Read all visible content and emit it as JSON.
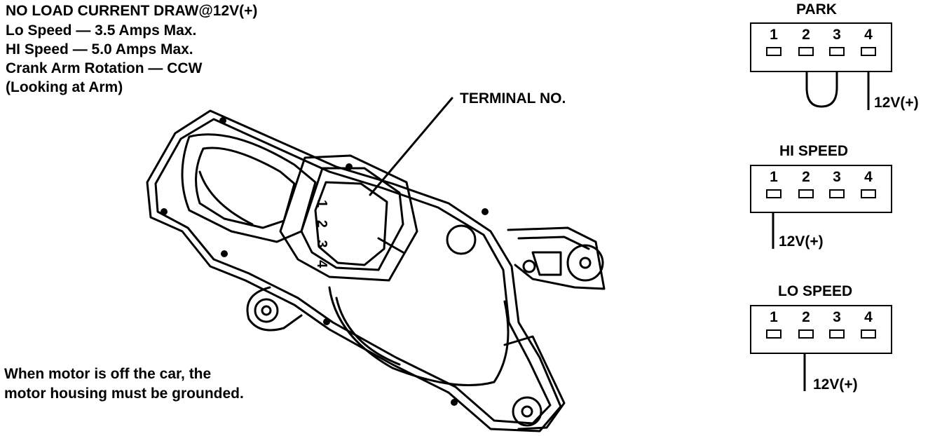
{
  "specs": {
    "heading": "NO LOAD CURRENT DRAW@12V(+)",
    "lines": [
      "Lo Speed — 3.5 Amps Max.",
      "HI Speed — 5.0 Amps Max.",
      "Crank Arm Rotation — CCW",
      "(Looking at Arm)"
    ]
  },
  "terminal_label": "TERMINAL NO.",
  "motor_terminal_numbers": [
    "1",
    "2",
    "3",
    "4"
  ],
  "note": {
    "lines": [
      "When motor is off the car, the",
      "motor housing must be grounded."
    ]
  },
  "connectors": [
    {
      "title": "PARK",
      "pins": [
        "1",
        "2",
        "3",
        "4"
      ],
      "supply": "12V(+)"
    },
    {
      "title": "HI SPEED",
      "pins": [
        "1",
        "2",
        "3",
        "4"
      ],
      "supply": "12V(+)"
    },
    {
      "title": "LO SPEED",
      "pins": [
        "1",
        "2",
        "3",
        "4"
      ],
      "supply": "12V(+)"
    }
  ]
}
